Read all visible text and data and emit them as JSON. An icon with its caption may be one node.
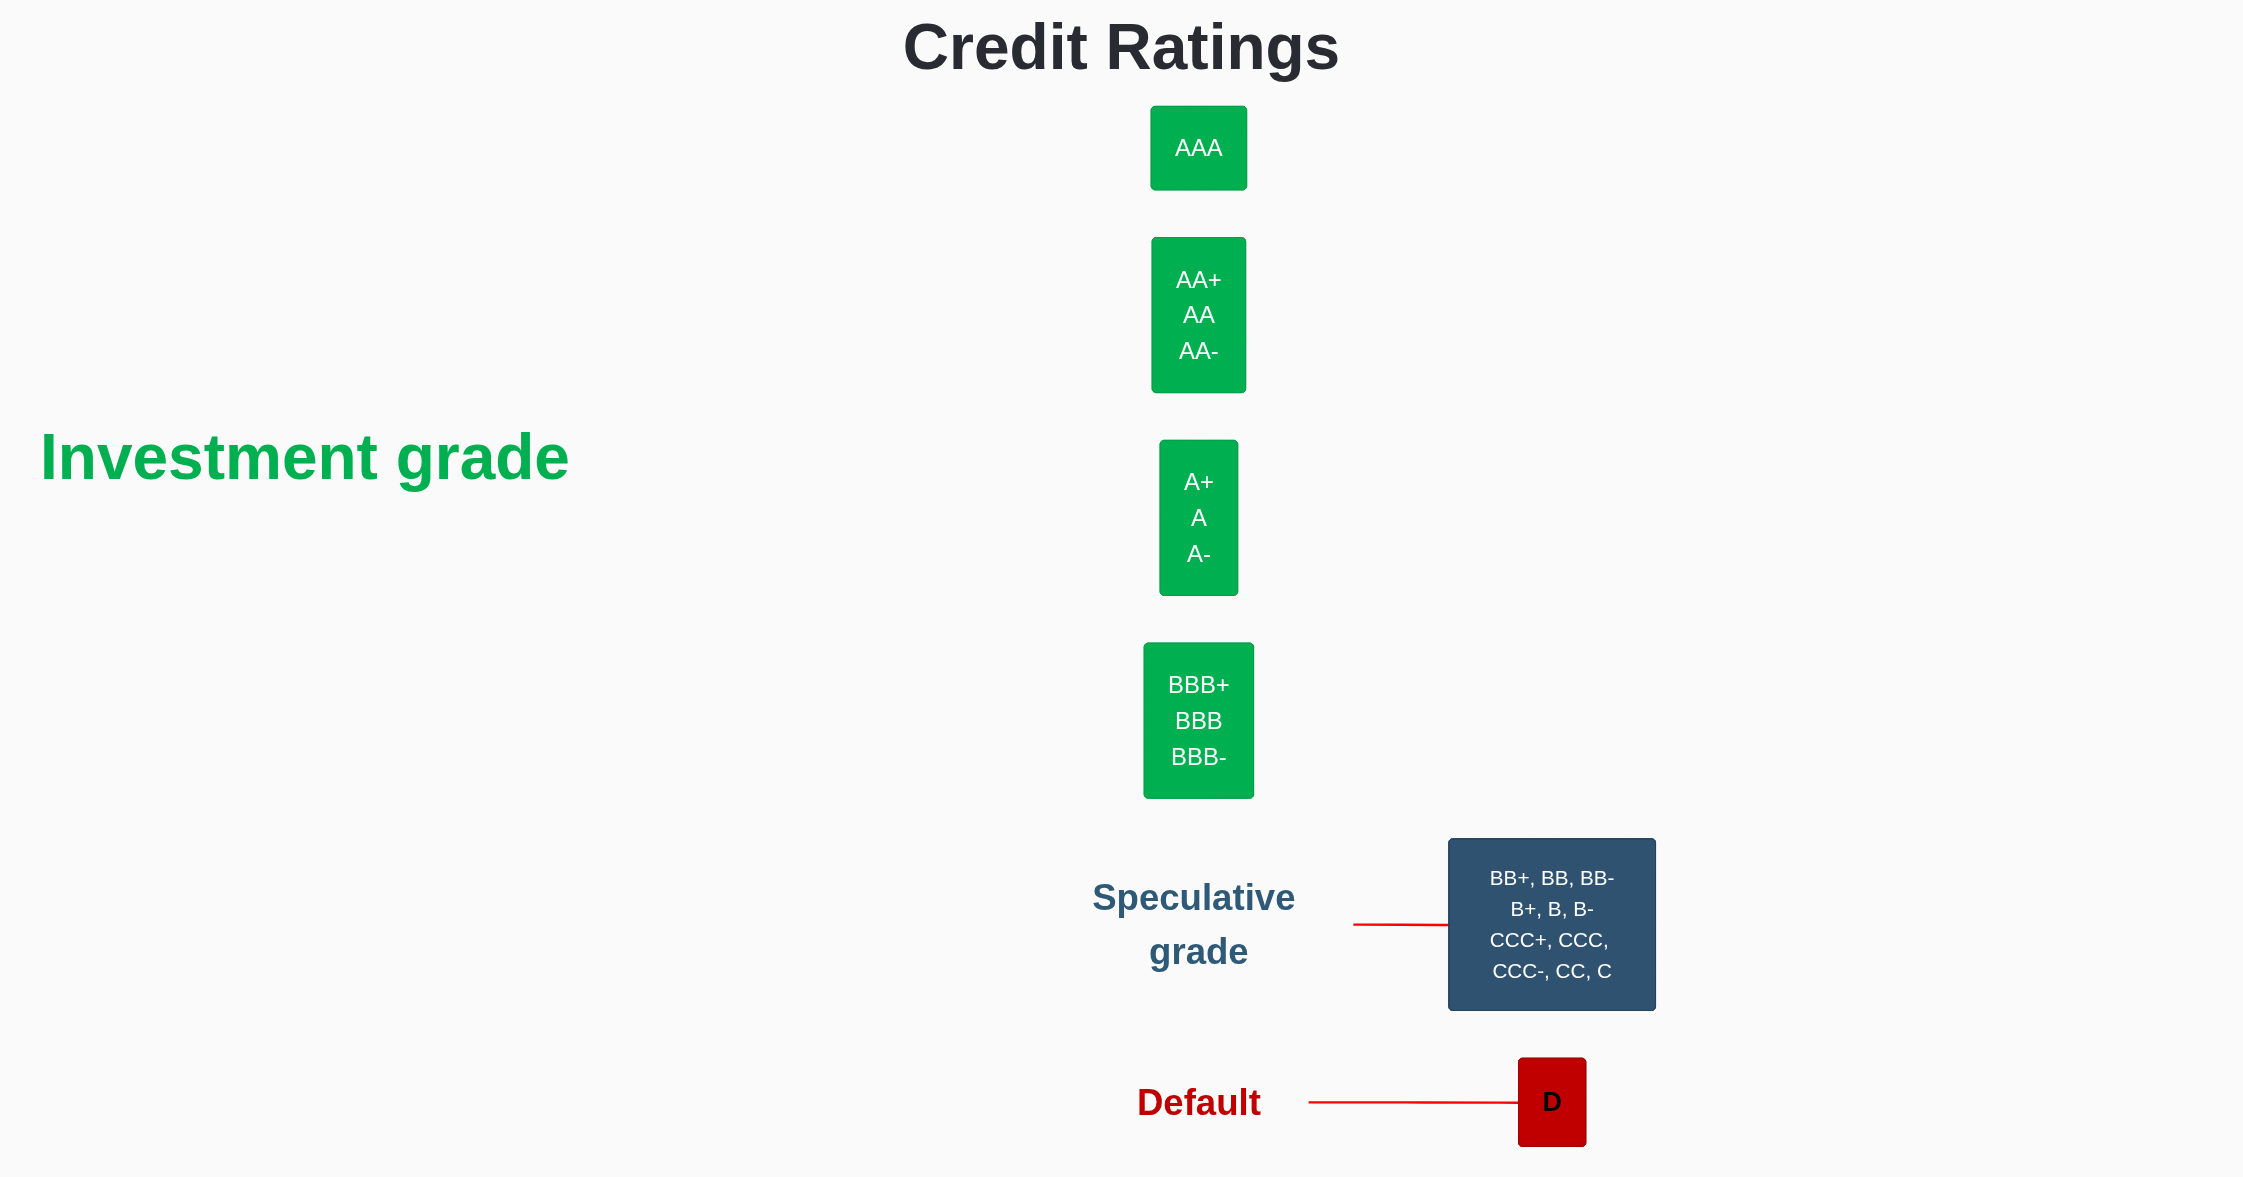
{
  "diagram": {
    "title": "Credit Ratings",
    "nodes": [
      {
        "text": [
          "AAA"
        ]
      },
      {
        "text": [
          "AA+",
          "AA",
          "AA-"
        ]
      },
      {
        "text": [
          "A+",
          "A",
          "A-"
        ]
      },
      {
        "text": [
          "BBB+",
          "BBB",
          "BBB-"
        ]
      },
      {
        "text": [
          "BB+, BB, BB-",
          "B+, B, B-",
          "CCC+, CCC, CCC-, CC, C"
        ]
      },
      {
        "text": [
          "D"
        ]
      },
      {
        "text": [
          "Speculative grade"
        ]
      },
      {
        "text": [
          "Default"
        ]
      }
    ],
    "edges": [
      {
        "from": 6,
        "to": 4,
        "arrow": "none"
      },
      {
        "from": 7,
        "to": 5,
        "arrow": "none"
      }
    ],
    "labels": [
      "Investment grade"
    ]
  }
}
